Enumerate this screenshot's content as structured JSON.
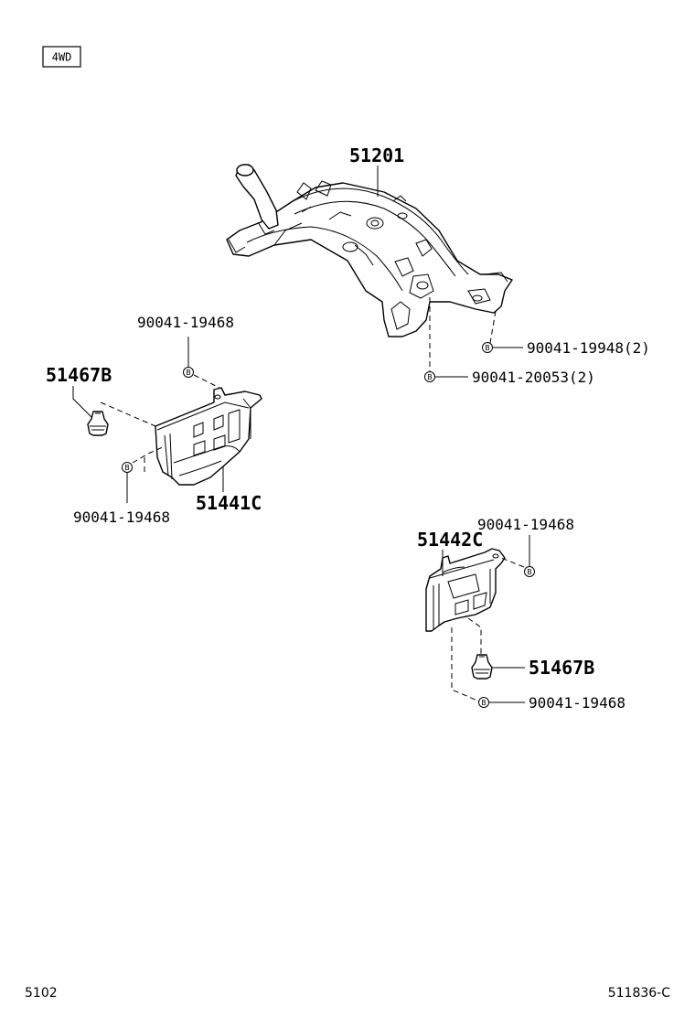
{
  "variant_tag": "4WD",
  "bolt_symbol": "B",
  "labels": {
    "crossmember": "51201",
    "bolt_19948": "90041-19948(2)",
    "bolt_20053": "90041-20053(2)",
    "bolt_left_top": "90041-19468",
    "stud_left": "51467B",
    "bolt_left_bottom": "90041-19468",
    "cover_left": "51441C",
    "cover_right": "51442C",
    "bolt_right_top": "90041-19468",
    "stud_right": "51467B",
    "bolt_right_bottom": "90041-19468"
  },
  "footer": {
    "left": "5102",
    "right": "511836-C"
  }
}
